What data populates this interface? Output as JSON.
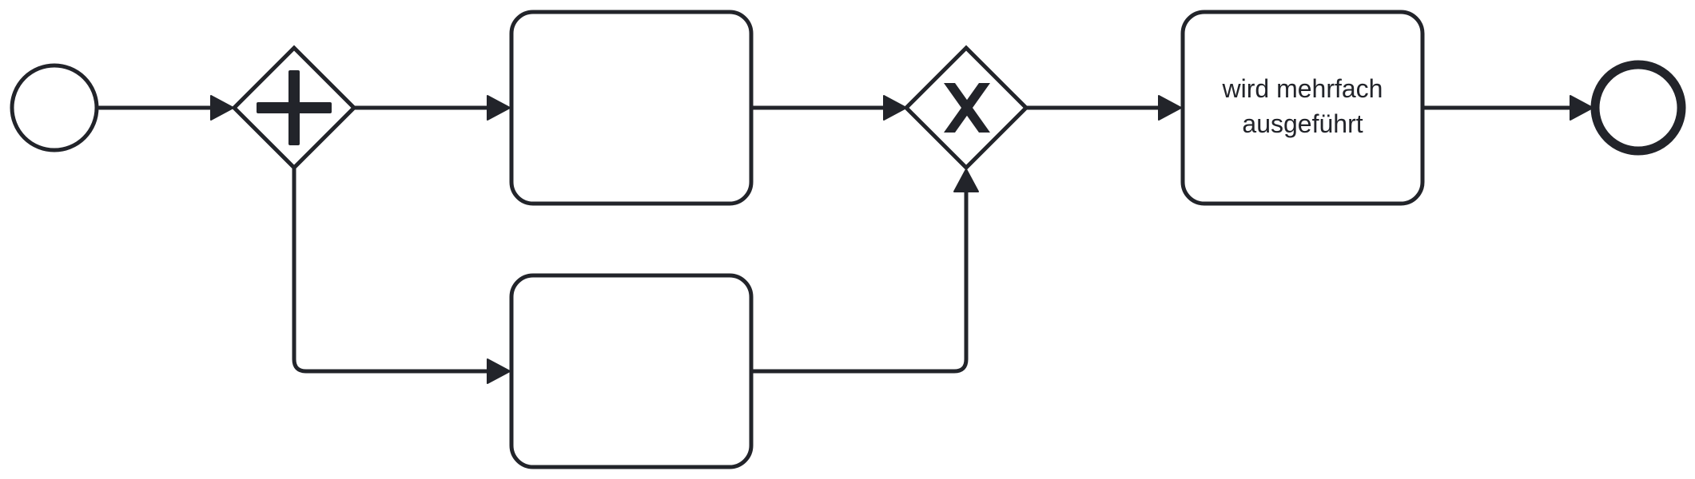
{
  "diagram": {
    "type": "bpmn-process",
    "start_event": {
      "type": "none"
    },
    "parallel_gateway": {
      "marker": "plus-icon"
    },
    "task_upper": {
      "label": ""
    },
    "task_lower": {
      "label": ""
    },
    "exclusive_gateway": {
      "marker": "x-icon"
    },
    "task_final": {
      "label_line1": "wird mehrfach",
      "label_line2": "ausgeführt"
    },
    "end_event": {
      "type": "none"
    },
    "colors": {
      "stroke": "#22242a",
      "fill": "#ffffff"
    }
  }
}
